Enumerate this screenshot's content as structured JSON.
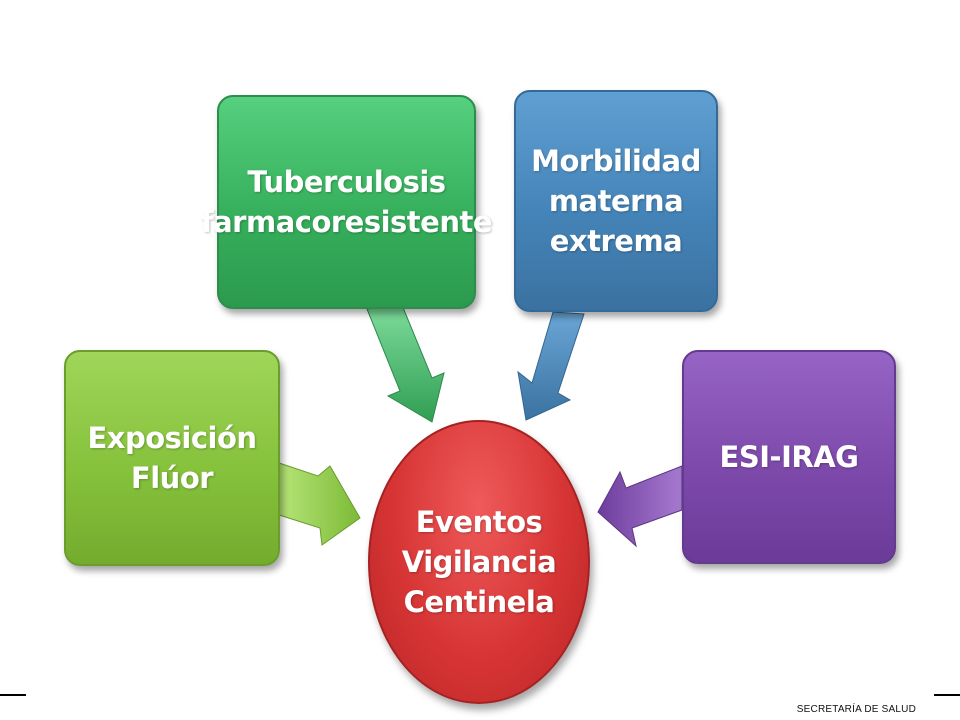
{
  "nodes": {
    "tuberculosis": "Tuberculosis\nfarmacoresistente",
    "morbilidad": "Morbilidad\nmaterna\nextrema",
    "exposicion": "Exposición\nFlúor",
    "esi_irag": "ESI-IRAG",
    "center": "Eventos\nVigilancia\nCentinela"
  },
  "footer": {
    "label": "SECRETARÍA DE SALUD"
  },
  "colors": {
    "tuberculosis": "#3cb862",
    "morbilidad": "#4a88bd",
    "exposicion": "#8cc63f",
    "esi_irag": "#8050ae",
    "center": "#d63636"
  }
}
